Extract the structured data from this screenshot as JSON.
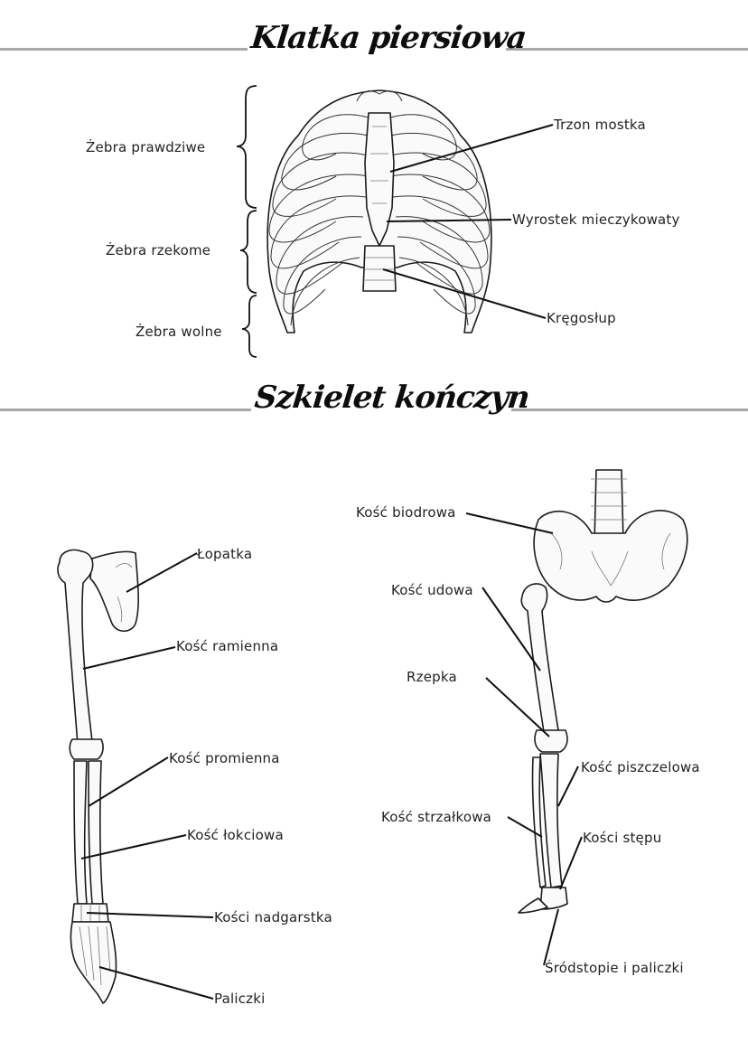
{
  "sections": {
    "thorax": {
      "title": "Klatka piersiowa",
      "rib_groups": [
        {
          "label": "Żebra prawdziwe"
        },
        {
          "label": "Żebra rzekome"
        },
        {
          "label": "Żebra wolne"
        }
      ],
      "labels": [
        {
          "label": "Trzon mostka"
        },
        {
          "label": "Wyrostek mieczykowaty"
        },
        {
          "label": "Kręgosłup"
        }
      ]
    },
    "limbs": {
      "title": "Szkielet kończyn",
      "upper_limb": {
        "labels": [
          {
            "label": "Łopatka"
          },
          {
            "label": "Kość ramienna"
          },
          {
            "label": "Kość promienna"
          },
          {
            "label": "Kość łokciowa"
          },
          {
            "label": "Kości nadgarstka"
          },
          {
            "label": "Paliczki"
          }
        ]
      },
      "lower_limb": {
        "labels": [
          {
            "label": "Kość biodrowa"
          },
          {
            "label": "Kość udowa"
          },
          {
            "label": "Rzepka"
          },
          {
            "label": "Kość piszczelowa"
          },
          {
            "label": "Kość strzałkowa"
          },
          {
            "label": "Kości stępu"
          },
          {
            "label": "Śródstopie i paliczki"
          }
        ]
      }
    }
  },
  "colors": {
    "rule": "#a8a8a8",
    "ink": "#111111",
    "background": "#ffffff"
  }
}
